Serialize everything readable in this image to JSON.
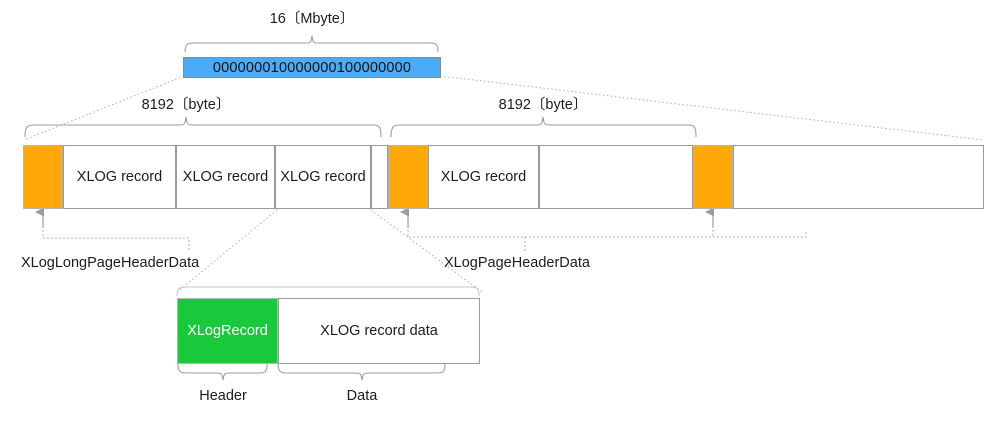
{
  "diagram": {
    "title_top": "16〔Mbyte〕",
    "lsn": {
      "value": "000000010000000100000000",
      "unit_label": "16〔Mbyte〕"
    },
    "page_size_left_label": "8192〔byte〕",
    "page_size_right_label": "8192〔byte〕",
    "segment": {
      "cells": [
        {
          "name": "long-page-header",
          "label": "",
          "kind": "orange"
        },
        {
          "name": "xlog-record-1",
          "label": "XLOG record",
          "kind": "plain"
        },
        {
          "name": "xlog-record-2",
          "label": "XLOG record",
          "kind": "plain"
        },
        {
          "name": "xlog-record-3",
          "label": "XLOG record",
          "kind": "plain"
        },
        {
          "name": "free-space-1",
          "label": "",
          "kind": "plain"
        },
        {
          "name": "page-header-2",
          "label": "",
          "kind": "orange"
        },
        {
          "name": "xlog-record-4",
          "label": "XLOG record",
          "kind": "plain"
        },
        {
          "name": "free-space-2",
          "label": "",
          "kind": "plain"
        },
        {
          "name": "page-header-3",
          "label": "",
          "kind": "orange"
        },
        {
          "name": "free-space-3",
          "label": "",
          "kind": "plain"
        }
      ]
    },
    "callouts": {
      "long_header": "XLogLongPageHeaderData",
      "page_header": "XLogPageHeaderData"
    },
    "record_detail": {
      "header_cell": "XLogRecord",
      "data_cell": "XLOG record data",
      "header_brace_label": "Header",
      "data_brace_label": "Data"
    }
  },
  "colors": {
    "lsn_blue": "#4aabf7",
    "header_orange": "#ffa80a",
    "record_green": "#18c93c",
    "outline_gray": "#9a9a9a",
    "leader_gray": "#9c9c9c",
    "text": "#1c1c1c"
  }
}
